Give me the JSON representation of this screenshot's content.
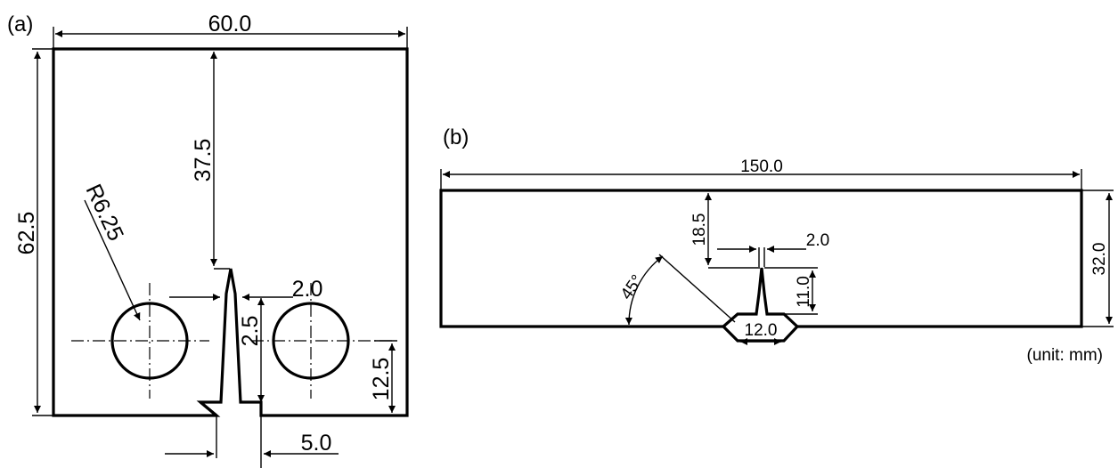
{
  "panel_a": {
    "label": "(a)",
    "width": "60.0",
    "height": "62.5",
    "notch_depth": "37.5",
    "hole_radius": "R6.25",
    "slit_width": "2.0",
    "slit_tip": "2.5",
    "hole_center_height": "12.5",
    "notch_opening": "5.0"
  },
  "panel_b": {
    "label": "(b)",
    "width": "150.0",
    "height": "32.0",
    "ligament": "18.5",
    "slit_width": "2.0",
    "notch_depth": "11.0",
    "notch_opening": "12.0",
    "angle": "45°"
  },
  "unit_note": "(unit: mm)"
}
